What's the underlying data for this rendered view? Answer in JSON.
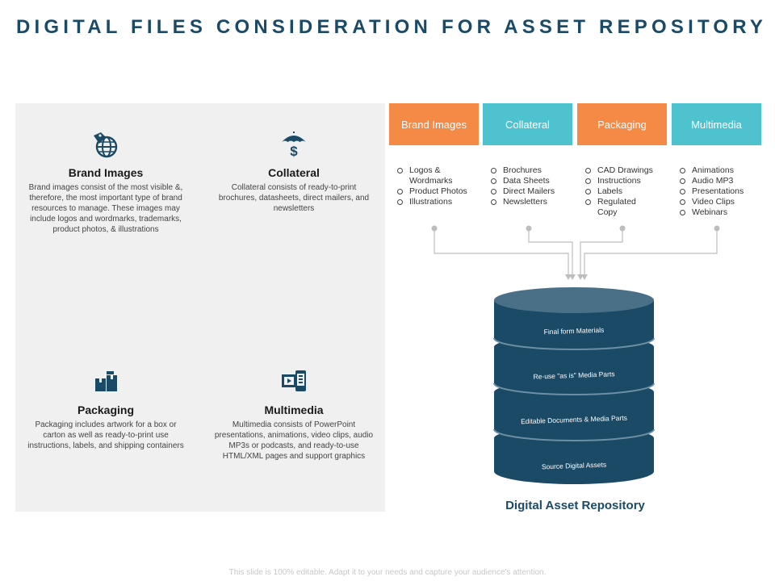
{
  "title": "DIGITAL FILES CONSIDERATION FOR ASSET REPOSITORY",
  "colors": {
    "title": "#1b4a66",
    "orange": "#f48a45",
    "teal": "#4ec2cf",
    "panel": "#f0f0f0",
    "cylinder": "#1a4a66"
  },
  "quadrants": [
    {
      "icon": "globe-tag-icon",
      "heading": "Brand Images",
      "body": "Brand images consist of the most visible &, therefore, the most important type of brand resources to manage. These images may include logos and wordmarks, trademarks, product photos, & illustrations"
    },
    {
      "icon": "umbrella-dollar-icon",
      "heading": "Collateral",
      "body": "Collateral consists of ready-to-print brochures, datasheets, direct mailers, and newsletters"
    },
    {
      "icon": "boxes-icon",
      "heading": "Packaging",
      "body": "Packaging includes artwork for a box or carton as well as ready-to-print use instructions, labels, and shipping containers"
    },
    {
      "icon": "multimedia-devices-icon",
      "heading": "Multimedia",
      "body": "Multimedia consists of PowerPoint presentations, animations, video clips, audio MP3s or podcasts, and ready-to-use HTML/XML pages and support graphics"
    }
  ],
  "categories": [
    {
      "label": "Brand Images",
      "items": [
        "Logos & Wordmarks",
        "Product Photos",
        "Illustrations"
      ]
    },
    {
      "label": "Collateral",
      "items": [
        "Brochures",
        "Data Sheets",
        "Direct Mailers",
        "Newsletters"
      ]
    },
    {
      "label": "Packaging",
      "items": [
        "CAD Drawings",
        "Instructions",
        "Labels",
        "Regulated Copy"
      ]
    },
    {
      "label": "Multimedia",
      "items": [
        "Animations",
        "Audio MP3",
        "Presentations",
        "Video Clips",
        "Webinars"
      ]
    }
  ],
  "repository": {
    "layers": [
      "Final form Materials",
      "Re-use \"as is\" Media Parts",
      "Editable Documents & Media Parts",
      "Source Digital Assets"
    ],
    "title": "Digital Asset Repository"
  },
  "footer": "This slide is 100% editable. Adapt it to your needs and capture your audience's attention."
}
